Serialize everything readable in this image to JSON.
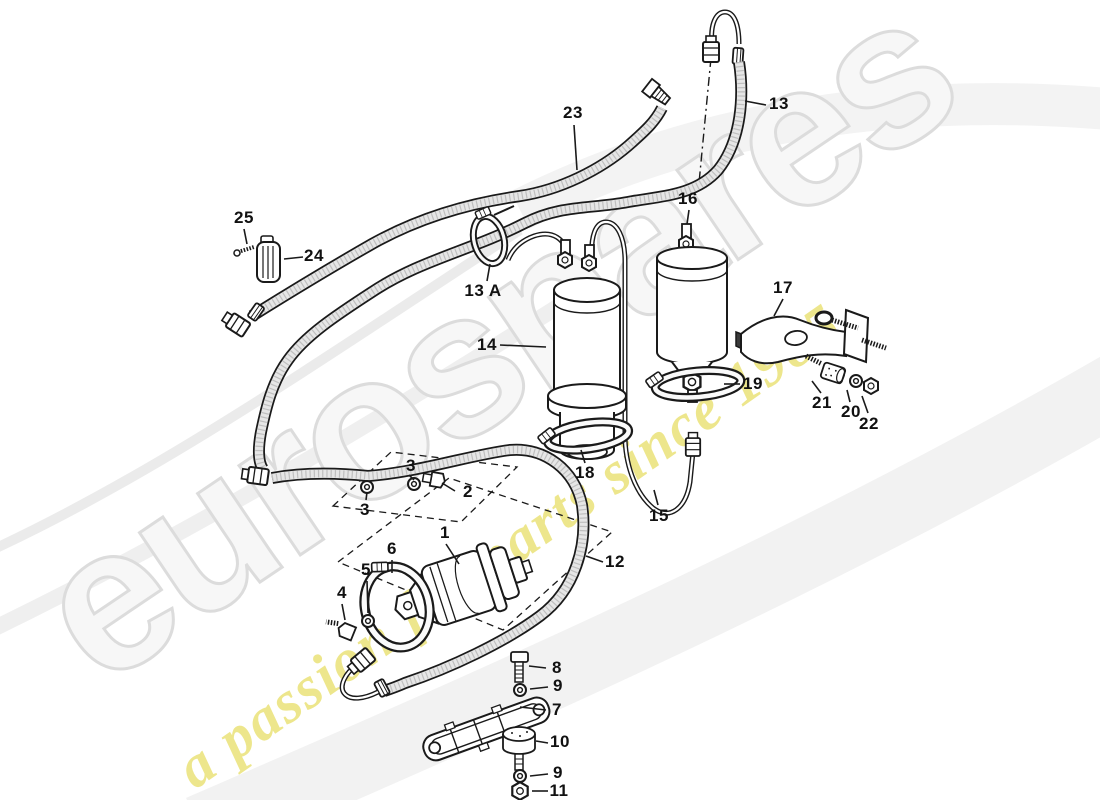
{
  "watermark": {
    "brand": "eurospares",
    "tagline": "a passion for parts since 1985",
    "brand_fill": "#f7f7f7",
    "brand_outline": "#dcdcdc",
    "tagline_color": "#e9e170"
  },
  "diagram": {
    "type": "exploded-parts-diagram",
    "subject": "fuel line / fuel filter / fuel pump assembly",
    "line_color": "#1a1a1a",
    "hose_fill": "#e6e6e6",
    "hose_speckle": "#9f9f9f",
    "labels": [
      {
        "text": "25"
      },
      {
        "text": "24"
      },
      {
        "text": "23"
      },
      {
        "text": "13"
      },
      {
        "text": "13 A"
      },
      {
        "text": "16"
      },
      {
        "text": "14"
      },
      {
        "text": "17"
      },
      {
        "text": "19"
      },
      {
        "text": "18"
      },
      {
        "text": "15"
      },
      {
        "text": "21"
      },
      {
        "text": "20"
      },
      {
        "text": "22"
      },
      {
        "text": "3"
      },
      {
        "text": "2"
      },
      {
        "text": "3"
      },
      {
        "text": "1"
      },
      {
        "text": "6"
      },
      {
        "text": "5"
      },
      {
        "text": "4"
      },
      {
        "text": "12"
      },
      {
        "text": "8"
      },
      {
        "text": "9"
      },
      {
        "text": "7"
      },
      {
        "text": "10"
      },
      {
        "text": "9"
      },
      {
        "text": "11"
      }
    ]
  }
}
